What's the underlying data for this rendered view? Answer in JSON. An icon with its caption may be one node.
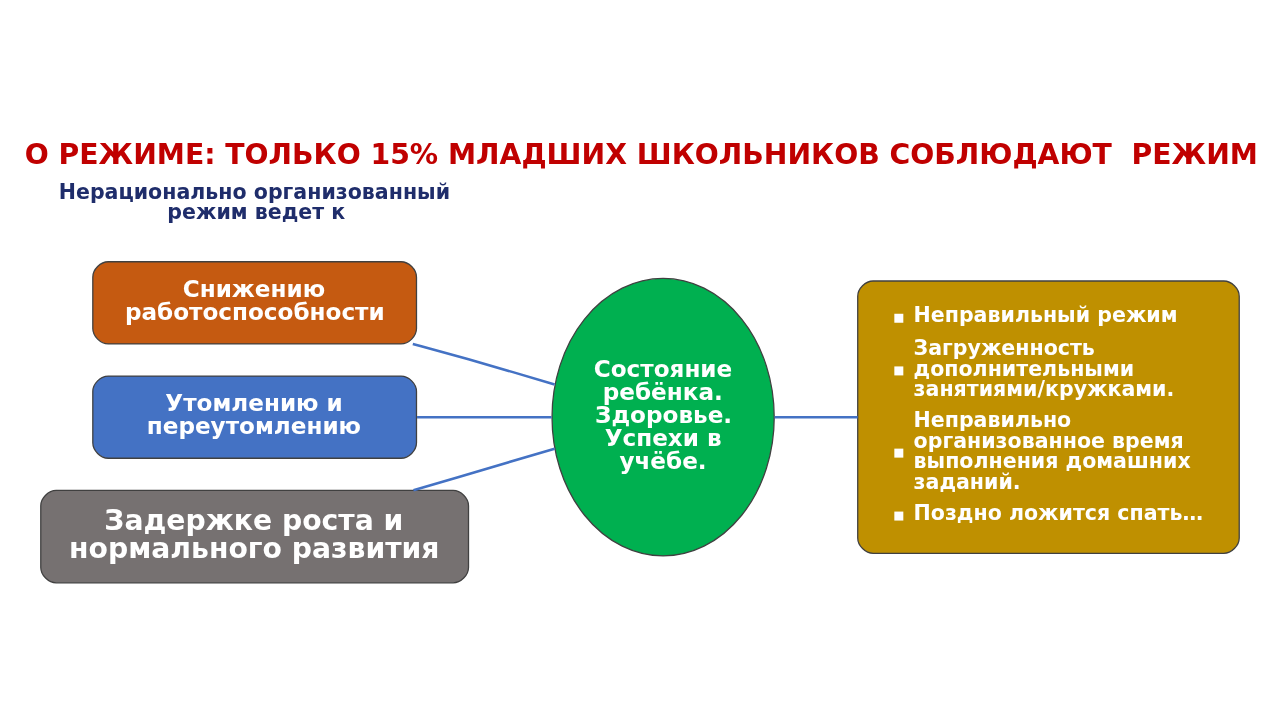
{
  "diagram": {
    "title": "О РЕЖИМЕ: ТОЛЬКО 15% МЛАДШИХ ШКОЛЬНИКОВ СОБЛЮДАЮТ  РЕЖИМ",
    "nodes": [
      {
        "text": [
          "Снижению работоспособности"
        ]
      },
      {
        "text": [
          "Утомлению и переутомлению"
        ]
      },
      {
        "text": [
          "Задержке роста и нормального развития"
        ]
      },
      {
        "text": [
          "Состояние ребёнка. Здоровье. Успехи в учёбе."
        ]
      },
      {
        "text": [
          "Неправильный режим",
          "Загруженность дополнительными занятиями/кружками.",
          "Неправильно организованное время выполнения домашних заданий.",
          "Поздно ложится спать…"
        ]
      }
    ],
    "edges": [
      {
        "from": 0,
        "to": 3,
        "arrow": "none"
      },
      {
        "from": 1,
        "to": 3,
        "arrow": "none"
      },
      {
        "from": 2,
        "to": 3,
        "arrow": "none"
      },
      {
        "from": 3,
        "to": 4,
        "arrow": "none"
      }
    ],
    "labels": [
      "Нерационально организованный режим ведет к"
    ]
  }
}
